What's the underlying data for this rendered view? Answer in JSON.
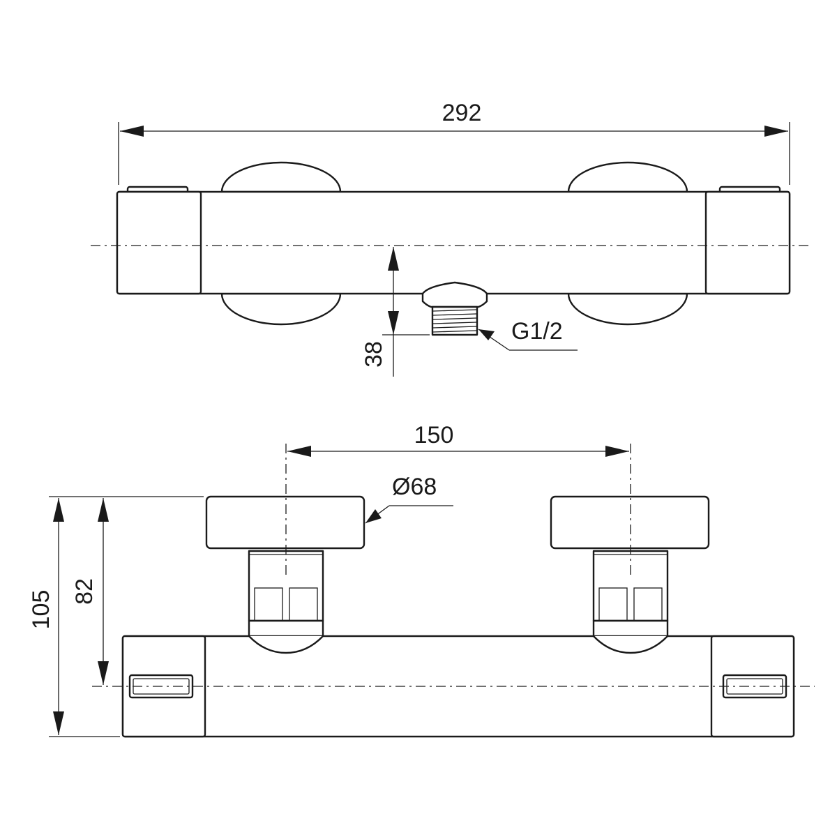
{
  "top_view": {
    "overall_width": "292",
    "outlet_height": "38",
    "outlet_thread": "G1/2"
  },
  "front_view": {
    "handle_spacing": "150",
    "handle_diameter": "Ø68",
    "total_height": "105",
    "axis_height": "82"
  },
  "colors": {
    "line": "#1a1a1a",
    "background": "#ffffff"
  }
}
